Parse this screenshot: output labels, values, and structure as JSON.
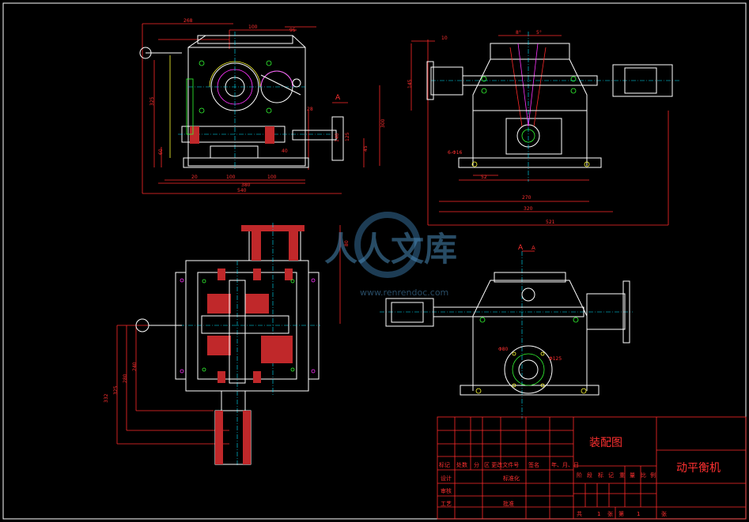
{
  "drawing": {
    "title_cell": "装配图",
    "machine_name": "动平衡机",
    "view_label_a_top": "A",
    "view_label_a_front": "A",
    "view_label_a_bottom": "A"
  },
  "watermark": {
    "logo_text": "人人文库",
    "url_text": "www.renrendoc.com"
  },
  "title_block": {
    "header_row": [
      "标记",
      "处数",
      "分",
      "区 更改文件号",
      "签名",
      "年、月、日"
    ],
    "left_rows": [
      "设计",
      "审核",
      "工艺"
    ],
    "mid_rows": [
      "标准化",
      "",
      "批准"
    ],
    "stage_labels": [
      "阶",
      "段",
      "标",
      "记",
      "重",
      "量",
      "比",
      "例"
    ],
    "sheet_row": [
      "共",
      "1",
      "张",
      "第",
      "1",
      "张"
    ]
  },
  "dimensions": {
    "side_view": [
      "268",
      "100",
      "95",
      "325",
      "28",
      "40",
      "140",
      "125",
      "100",
      "100",
      "380",
      "540",
      "300",
      "45",
      "20",
      "60"
    ],
    "front_view": [
      "10",
      "145",
      "6-Φ16",
      "52",
      "270",
      "320",
      "521",
      "8°",
      "5°"
    ],
    "plan_view": [
      "80",
      "240",
      "280",
      "325",
      "332"
    ],
    "bottom_view": [
      "Φ80",
      "Φ125"
    ]
  }
}
